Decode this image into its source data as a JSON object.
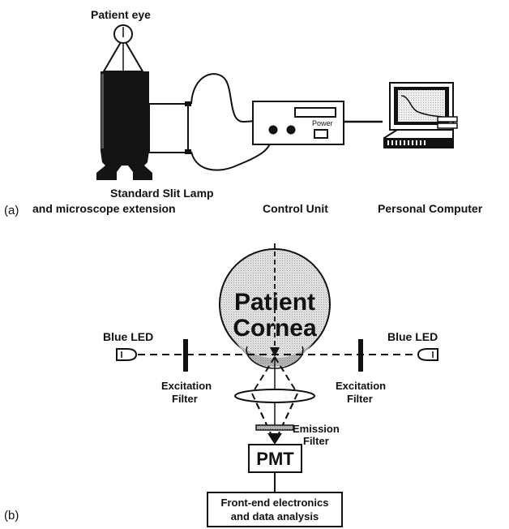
{
  "panel_a": {
    "tag": "(a)",
    "patient_eye": "Patient eye",
    "slit_lamp_line1": "Standard Slit Lamp",
    "slit_lamp_line2": "and microscope extension",
    "control_unit": "Control Unit",
    "power": "Power",
    "personal_computer": "Personal Computer"
  },
  "panel_b": {
    "tag": "(b)",
    "cornea_line1": "Patient",
    "cornea_line2": "Cornea",
    "blue_led_left": "Blue LED",
    "blue_led_right": "Blue LED",
    "excitation_left_line1": "Excitation",
    "excitation_left_line2": "Filter",
    "excitation_right_line1": "Excitation",
    "excitation_right_line2": "Filter",
    "emission_line1": "Emission",
    "emission_line2": "Filter",
    "pmt": "PMT",
    "electronics_line1": "Front-end electronics",
    "electronics_line2": "and data analysis"
  }
}
